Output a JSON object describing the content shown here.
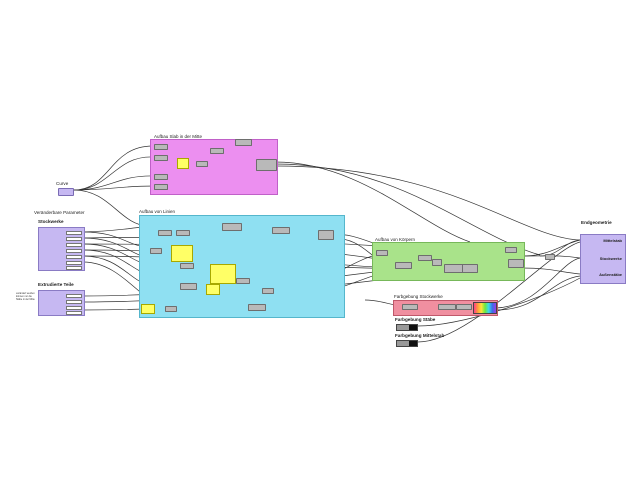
{
  "groups": {
    "aufbau_slab": {
      "title": "Aufbau Slab in der Mitte",
      "color": "#ec8ff0"
    },
    "aufbau_linien": {
      "title": "Aufbau von Linien",
      "color": "#8fe0f2"
    },
    "aufbau_koerpern": {
      "title": "Aufbau von Körpern",
      "color": "#a9e38a"
    },
    "faerbung_stockwerke": {
      "title": "Farbgebung Stockwerke",
      "color": "#f08fa0"
    }
  },
  "inputs": {
    "curve_label": "Curve",
    "params_title": "Veränderbare Parameter",
    "stockwerke_title": "Stockwerke",
    "extrudierte_title": "Extrudierte Teile",
    "side_note": "verändert werden können nur die Stäbe in der Mitte"
  },
  "outputs": {
    "title": "Endgeometrie",
    "items": [
      "Mittelstab",
      "Stockwerke",
      "Außenstäbe"
    ]
  },
  "side_labels": {
    "farbgebung_staebe": "Farbgebung Stäbe",
    "farbgebung_mittelstab": "Farbgebung Mittelstab"
  },
  "colors": {
    "canvas_bg": "#ffffff",
    "wire": "#333333",
    "component": "#b9b9b9",
    "param_panel": "#c6b8f2",
    "note": "#ffff66"
  }
}
